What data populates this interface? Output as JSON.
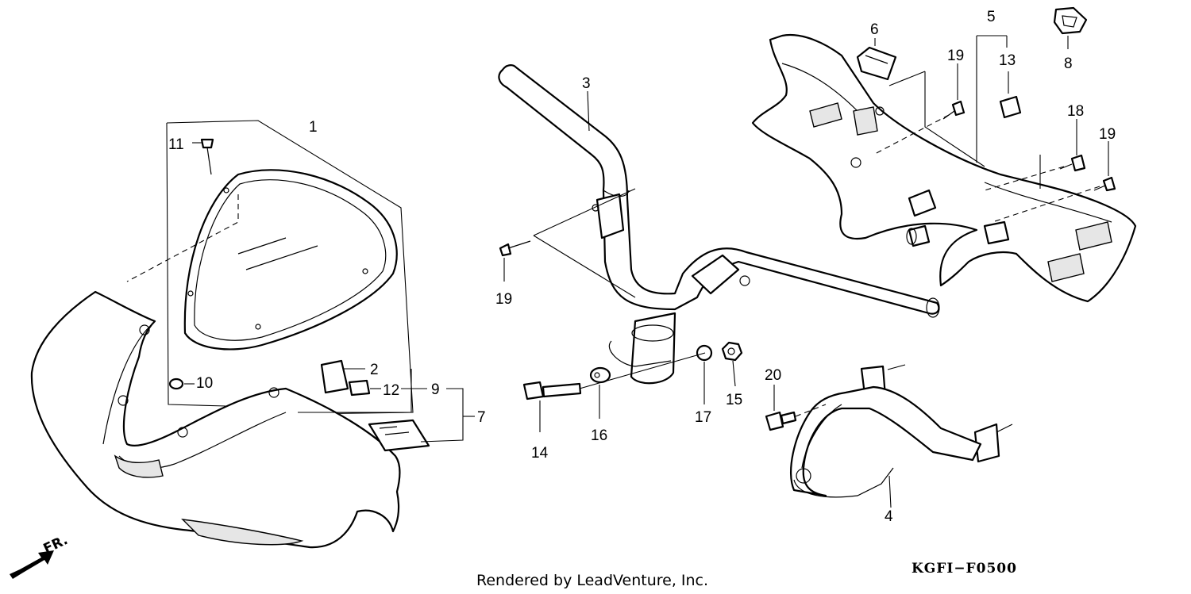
{
  "callouts": [
    {
      "id": "1",
      "text": "1"
    },
    {
      "id": "2",
      "text": "2"
    },
    {
      "id": "3",
      "text": "3"
    },
    {
      "id": "4",
      "text": "4"
    },
    {
      "id": "5",
      "text": "5"
    },
    {
      "id": "6",
      "text": "6"
    },
    {
      "id": "7",
      "text": "7"
    },
    {
      "id": "8",
      "text": "8"
    },
    {
      "id": "9",
      "text": "9"
    },
    {
      "id": "10",
      "text": "10"
    },
    {
      "id": "11",
      "text": "11"
    },
    {
      "id": "12",
      "text": "12"
    },
    {
      "id": "13",
      "text": "13"
    },
    {
      "id": "14",
      "text": "14"
    },
    {
      "id": "15",
      "text": "15"
    },
    {
      "id": "16",
      "text": "16"
    },
    {
      "id": "17",
      "text": "17"
    },
    {
      "id": "18",
      "text": "18"
    },
    {
      "id": "19a",
      "text": "19"
    },
    {
      "id": "19b",
      "text": "19"
    },
    {
      "id": "19c",
      "text": "19"
    },
    {
      "id": "20",
      "text": "20"
    }
  ],
  "front_arrow": {
    "label": "FR.",
    "icon": "front-direction-arrow-icon"
  },
  "footer": {
    "credit": "Rendered by LeadVenture, Inc.",
    "diagram_code": "KGFI−F0500"
  }
}
